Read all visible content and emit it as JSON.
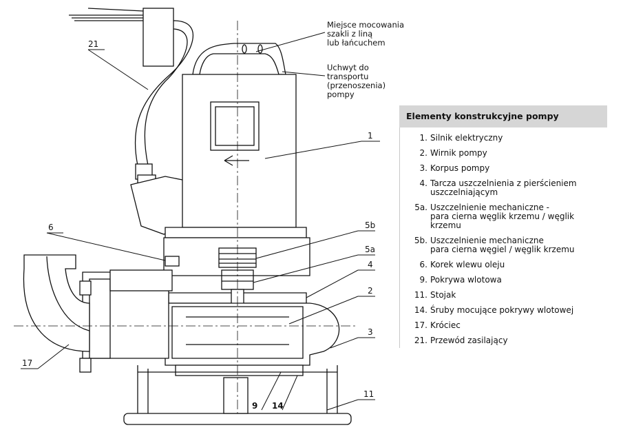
{
  "notes": {
    "shackle": "Miejsce mocowania\nszakli z liną\nlub łańcuchem",
    "handle": "Uchwyt do\ntransportu\n(przenoszenia)\npompy"
  },
  "callouts": [
    "21",
    "1",
    "6",
    "5b",
    "5a",
    "4",
    "2",
    "3",
    "17",
    "9",
    "14",
    "11"
  ],
  "legend": {
    "title": "Elementy konstrukcyjne pompy",
    "items": [
      {
        "num": "1.",
        "text": "Silnik  elektryczny"
      },
      {
        "num": "2.",
        "text": "Wirnik  pompy"
      },
      {
        "num": "3.",
        "text": "Korpus  pompy"
      },
      {
        "num": "4.",
        "text": "Tarcza  uszczelnienia  z  pierścieniem\nuszczelniającym"
      },
      {
        "num": "5a.",
        "text": "Uszczelnienie  mechaniczne  -\n  para  cierna  węglik  krzemu  /  węglik  krzemu"
      },
      {
        "num": "5b.",
        "text": "Uszczelnienie  mechaniczne\n  para  cierna  węgiel  /  węglik  krzemu"
      },
      {
        "num": "6.",
        "text": "Korek  wlewu  oleju"
      },
      {
        "num": "9.",
        "text": "Pokrywa  wlotowa"
      },
      {
        "num": "11.",
        "text": "Stojak"
      },
      {
        "num": "14.",
        "text": "Śruby  mocujące  pokrywy  wlotowej"
      },
      {
        "num": "17.",
        "text": "Króciec"
      },
      {
        "num": "21.",
        "text": "Przewód  zasilający"
      }
    ]
  }
}
